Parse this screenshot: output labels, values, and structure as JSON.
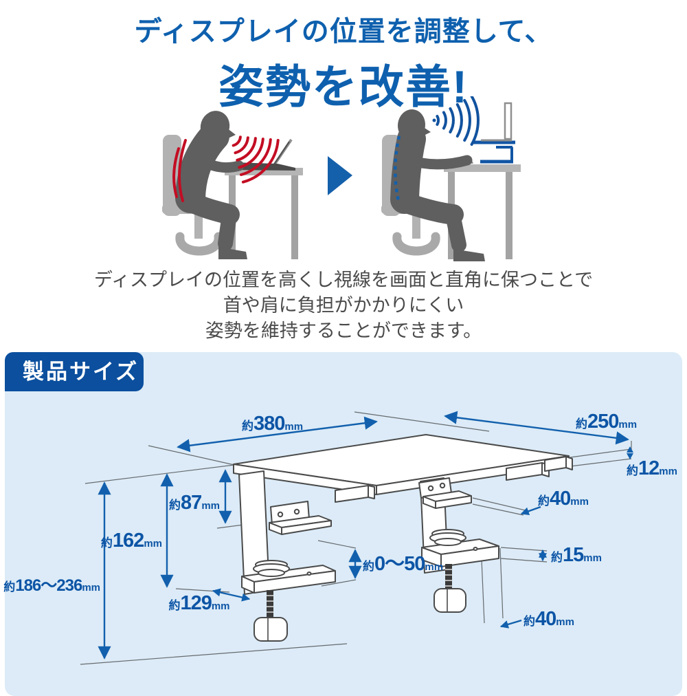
{
  "header": {
    "title_line1": "ディスプレイの位置を調整して、",
    "title_line2": "姿勢を改善!"
  },
  "description": {
    "line1": "ディスプレイの位置を高くし視線を画面と直角に保つことで",
    "line2": "首や肩に負担がかかりにくい",
    "line3": "姿勢を維持することができます。"
  },
  "size_section": {
    "badge": "製品サイズ"
  },
  "dimensions": {
    "width": {
      "prefix": "約",
      "value": "380",
      "unit": "mm"
    },
    "depth": {
      "prefix": "約",
      "value": "250",
      "unit": "mm"
    },
    "board_thickness": {
      "prefix": "約",
      "value": "12",
      "unit": "mm"
    },
    "board_to_hook": {
      "prefix": "約",
      "value": "87",
      "unit": "mm"
    },
    "board_to_arm": {
      "prefix": "約",
      "value": "162",
      "unit": "mm"
    },
    "total_height": {
      "prefix": "約",
      "value": "186〜236",
      "unit": "mm"
    },
    "clamp_depth": {
      "prefix": "約",
      "value": "129",
      "unit": "mm"
    },
    "clamp_range": {
      "prefix": "約",
      "value": "0〜50",
      "unit": "mm"
    },
    "hook_depth": {
      "prefix": "約",
      "value": "40",
      "unit": "mm"
    },
    "arm_thickness": {
      "prefix": "約",
      "value": "15",
      "unit": "mm"
    },
    "arm_drop": {
      "prefix": "約",
      "value": "40",
      "unit": "mm"
    }
  },
  "colors": {
    "accent_blue": "#0e60ae",
    "badge_blue": "#0b4f9e",
    "panel_light_blue": "#dcebf7",
    "dimension_blue": "#1260ad",
    "warning_red": "#c30d23",
    "figure_gray": "#5f5f5f",
    "furniture_gray": "#b2b2b2"
  }
}
